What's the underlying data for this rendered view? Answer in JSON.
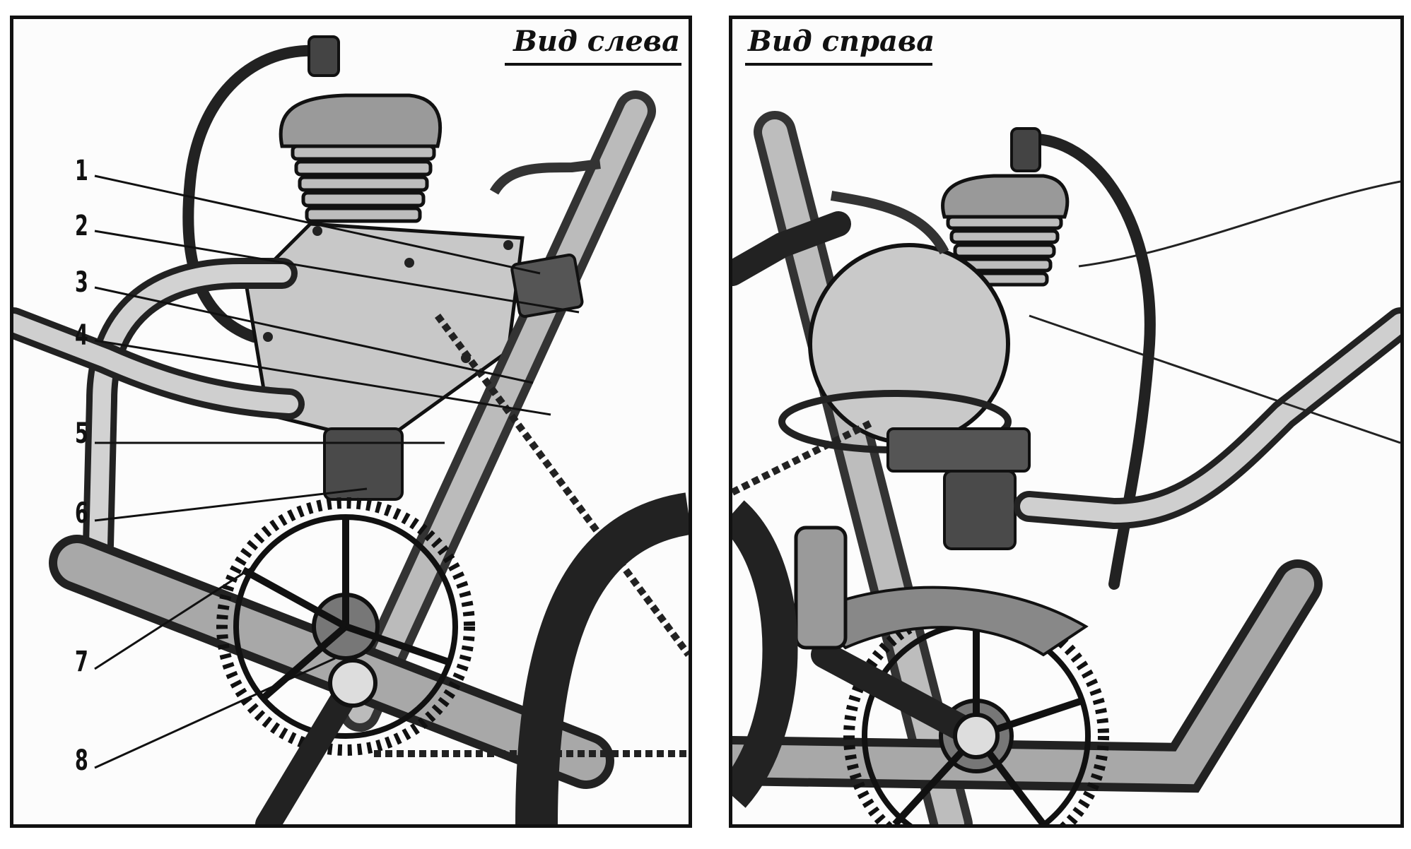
{
  "views": [
    {
      "title": "Вид слева",
      "callouts": [
        "1",
        "2",
        "3",
        "4",
        "5",
        "6",
        "7",
        "8"
      ]
    },
    {
      "title": "Вид справа"
    }
  ],
  "colors": {
    "ink": "#111111",
    "paper": "#fcfcfc",
    "metal_light": "#cfcfcf",
    "metal_mid": "#8f8f8f",
    "metal_dark": "#3a3a3a"
  }
}
